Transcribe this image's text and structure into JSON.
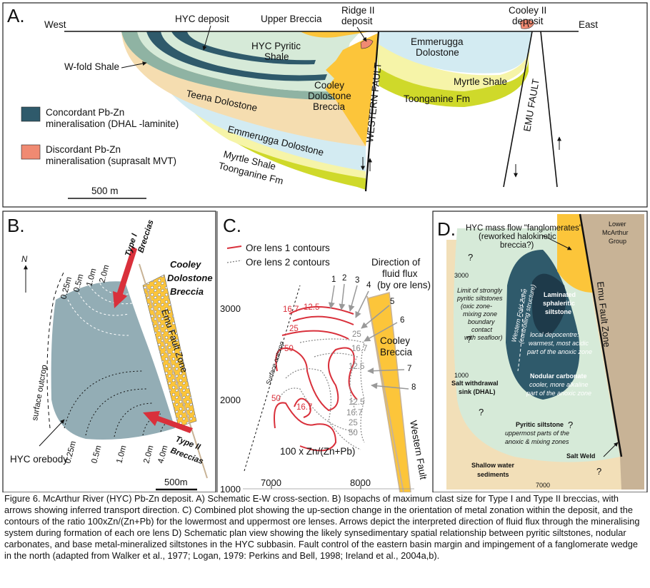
{
  "colors": {
    "concordant": "#2f5a6b",
    "discordant": "#f08a72",
    "hyc_shale": "#d6ead8",
    "teena": "#f5ddb0",
    "emmerugga": "#d3ebf2",
    "myrtle": "#f6f4a8",
    "toonganine": "#cfd92a",
    "breccia": "#fcc53a",
    "contour1": "#d9303b",
    "grey_blue": "#93adb5",
    "brown": "#c8b396",
    "tan": "#f2dfb8"
  },
  "panel_a": {
    "letter": "A.",
    "west": "West",
    "east": "East",
    "hyc_deposit": "HYC deposit",
    "upper_breccia": "Upper Breccia",
    "ridge": "Ridge II",
    "ridge_deposit": "deposit",
    "cooley_ii": "Cooley II",
    "cooley_ii_deposit": "deposit",
    "hyc_pyritic_1": "HYC Pyritic",
    "hyc_pyritic_2": "Shale",
    "emmerugga_1": "Emmerugga",
    "emmerugga_2": "Dolostone",
    "w_fold": "W-fold Shale",
    "cooley_1": "Cooley",
    "cooley_2": "Dolostone",
    "cooley_3": "Breccia",
    "myrtle_right": "Myrtle Shale",
    "teena": "Teena Dolostone",
    "toonganine_right": "Toonganine Fm",
    "western_fault": "WESTERN FAULT",
    "emu_fault": "EMU FAULT",
    "emmerugga_left": "Emmerugga Dolostone",
    "myrtle_left": "Myrtle Shale",
    "toonganine_left": "Toonganine Fm",
    "legend_conc_1": "Concordant Pb-Zn",
    "legend_conc_2": "mineralisation (DHAL -laminite)",
    "legend_disc_1": "Discordant Pb-Zn",
    "legend_disc_2": "mineralisation (suprasalt MVT)",
    "scale": "500 m"
  },
  "panel_b": {
    "letter": "B.",
    "north": "N",
    "type_i_1": "Type I",
    "type_i_2": "Breccias",
    "cooley_1": "Cooley",
    "cooley_2": "Dolostone",
    "cooley_3": "Breccia",
    "emu": "Emu Fault Zone",
    "surface": "surface outcrop",
    "iso_top": [
      "0.25m",
      "0.5m",
      "1.0m",
      "2.0m"
    ],
    "iso_bottom": [
      "0.25m",
      "0.5m",
      "1.0m",
      "2.0m",
      "4.0m"
    ],
    "type_ii_1": "Type II",
    "type_ii_2": "Breccias",
    "hyc_orebody": "HYC orebody",
    "scale": "500m"
  },
  "panel_c": {
    "letter": "C.",
    "legend_1": "Ore lens 1 contours",
    "legend_2": "Ore lens 2 contours",
    "flux_1": "Direction of",
    "flux_2": "fluid flux",
    "flux_3": "(by ore lens)",
    "arrow_nums": [
      "1",
      "2",
      "3",
      "4",
      "5",
      "6",
      "7",
      "8"
    ],
    "y_ticks": [
      "3000",
      "2000",
      "1000"
    ],
    "x_ticks": [
      "7000",
      "8000"
    ],
    "red_vals": [
      "16.7",
      "12.5",
      "25",
      "50",
      "50",
      "16.7"
    ],
    "grey_vals": [
      "25",
      "16.7",
      "12.5",
      "12.5",
      "16.7",
      "25",
      "50"
    ],
    "cooley_1": "Cooley",
    "cooley_2": "Breccia",
    "surface": "Surface outcrop",
    "ratio": "100 x Zn/(Zn+Pb)",
    "western_fault": "Western Fault"
  },
  "panel_d": {
    "letter": "D.",
    "mass_flow_1": "HYC mass flow \"fanglomerates\"",
    "mass_flow_2": "(reworked halokinetic",
    "mass_flow_3": "breccia?)",
    "lower_1": "Lower",
    "lower_2": "McArthur",
    "lower_3": "Group",
    "q": "?",
    "y_ticks": [
      "3000",
      "1000"
    ],
    "x_tick": "7000",
    "limit": [
      "Limit of strongly",
      "pyritic siltstones",
      "(oxic zone-",
      "mixing zone",
      "boundary",
      "contact",
      "with seafloor)"
    ],
    "wfz_1": "Western Fold Zone",
    "wfz_2": "(controlling structure)",
    "laminated": [
      "Laminated",
      "sphaleritic",
      "siltstone"
    ],
    "depo": [
      "local depocentre:",
      "warmest, most acidic",
      "part of the anoxic zone"
    ],
    "emu": "Emu Fault Zone",
    "nodular": "Nodular carbonate",
    "nodular_sub": [
      "cooler, more alkaline",
      "part of the anoxic zone"
    ],
    "salt_1": "Salt withdrawal",
    "salt_2": "sink (DHAL)",
    "pyritic": "Pyritic siltstone",
    "pyritic_sub": [
      "uppermost parts of the",
      "anoxic & mixing zones"
    ],
    "salt_weld": "Salt Weld",
    "shallow_1": "Shallow water",
    "shallow_2": "sediments"
  },
  "caption": "Figure 6. McArthur River (HYC) Pb-Zn deposit. A) Schematic E-W cross-section. B) Isopachs of maximum clast size for Type I and Type II breccias, with arrows showing inferred transport direction. C) Combined plot showing the up-section change in the orientation of metal zonation within the deposit, and the contours of the ratio 100xZn/(Zn+Pb) for the lowermost and uppermost ore lenses. Arrows depict the interpreted direction of fluid flux through the mineralising system during formation of each ore lens D) Schematic plan view showing the likely synsedimentary spatial relationship between pyritic siltstones, nodular carbonates, and base metal-mineralized siltstones in the HYC subbasin. Fault control of the eastern basin margin and impingement of a fanglomerate wedge in the north (adapted from Walker et al., 1977; Logan, 1979: Perkins and Bell, 1998; Ireland et al., 2004a,b)."
}
